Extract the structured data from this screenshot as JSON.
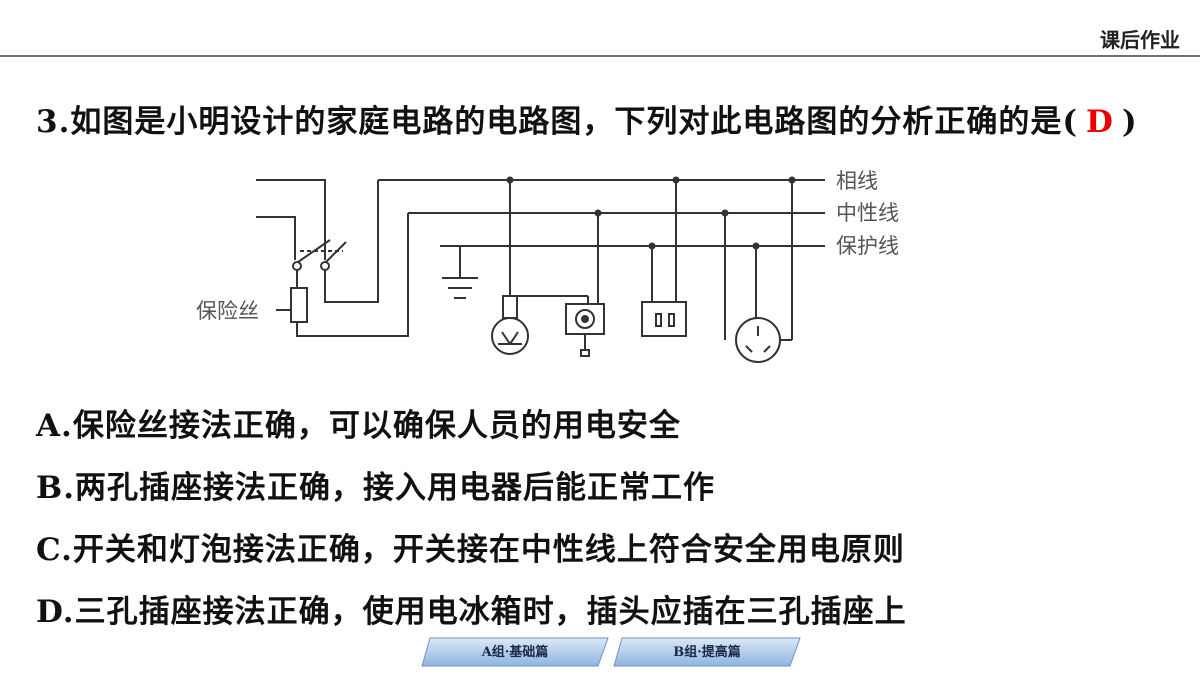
{
  "header": {
    "title": "课后作业"
  },
  "question": {
    "number": "3.",
    "text": "如图是小明设计的家庭电路的电路图，下列对此电路图的分析正确的是(",
    "answer": "D",
    "close": ")"
  },
  "diagram": {
    "labels": {
      "live": "相线",
      "neutral": "中性线",
      "ground": "保护线",
      "fuse": "保险丝"
    }
  },
  "options": [
    {
      "letter": "A.",
      "text": "保险丝接法正确，可以确保人员的用电安全"
    },
    {
      "letter": "B.",
      "text": "两孔插座接法正确，接入用电器后能正常工作"
    },
    {
      "letter": "C.",
      "text": "开关和灯泡接法正确，开关接在中性线上符合安全用电原则"
    },
    {
      "letter": "D.",
      "text": "三孔插座接法正确，使用电冰箱时，插头应插在三孔插座上"
    }
  ],
  "nav": {
    "tab_a": "A组·基础篇",
    "tab_b": "B组·提高篇"
  }
}
